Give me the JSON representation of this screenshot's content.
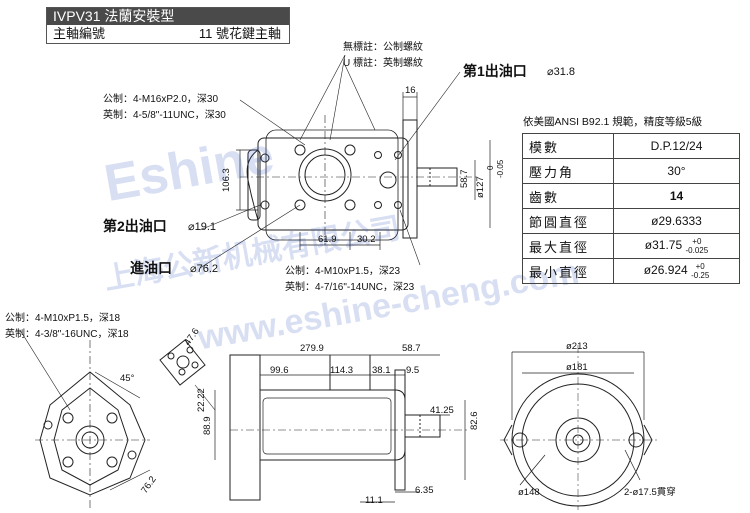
{
  "header": {
    "title": "IVPV31 法蘭安裝型",
    "shaft_label": "主軸編號",
    "shaft_value": "11 號花鍵主軸"
  },
  "notes": {
    "no_mark": "無標註：公制螺紋",
    "u_mark": "U 標註：英制螺紋",
    "outlet1_label": "第1出油口",
    "outlet1_dia": "⌀31.8",
    "outlet2_label": "第2出油口",
    "outlet2_dia": "⌀19.1",
    "inlet_label": "進油口",
    "inlet_dia": "⌀76.2",
    "thread_a_metric": "公制：4-M16xP2.0，深30",
    "thread_a_imperial": "英制：4-5/8\"-11UNC，深30",
    "thread_b_metric": "公制：4-M10xP1.5，深23",
    "thread_b_imperial": "英制：4-7/16\"-14UNC，深23",
    "thread_c_metric": "公制：4-M10xP1.5，深18",
    "thread_c_imperial": "英制：4-3/8\"-16UNC，深18"
  },
  "dims": {
    "d16": "16",
    "d31_8": "ø31.8",
    "d106_3": "106.3",
    "d58_7v": "58.7",
    "d127": "ø127",
    "d127_tol_a": "0",
    "d127_tol_b": "-0.05",
    "d61_9": "61.9",
    "d30_2": "30.2",
    "d279_9": "279.9",
    "d58_7": "58.7",
    "d99_6": "99.6",
    "d114_3": "114.3",
    "d38_1": "38.1",
    "d9_5": "9.5",
    "d41_25": "41.25",
    "d82_6": "82.6",
    "d88_9": "88.9",
    "d6_35": "6.35",
    "d11_1": "11.1",
    "d213": "ø213",
    "d181": "ø181",
    "d148": "ø148",
    "holes": "2-ø17.5貫穿",
    "d47_6": "47.6",
    "d45": "45°",
    "d22_22": "22.22",
    "d76_2": "76.2"
  },
  "spec": {
    "title": "依美國ANSI  B92.1 規範，精度等級5級",
    "rows": [
      {
        "k": "模數",
        "v": "D.P.12/24"
      },
      {
        "k": "壓力角",
        "v": "30°"
      },
      {
        "k": "齒數",
        "v": "14"
      },
      {
        "k": "節圓直徑",
        "v": "ø29.6333"
      },
      {
        "k": "最大直徑",
        "v": "ø31.75",
        "tol_a": "+0",
        "tol_b": "-0.025"
      },
      {
        "k": "最小直徑",
        "v": "ø26.924",
        "tol_a": "+0",
        "tol_b": "-0.25"
      }
    ]
  },
  "watermark": {
    "brand": "Eshine",
    "company": "上海公新机械有限公司",
    "url": "www.eshine-cheng.com"
  }
}
